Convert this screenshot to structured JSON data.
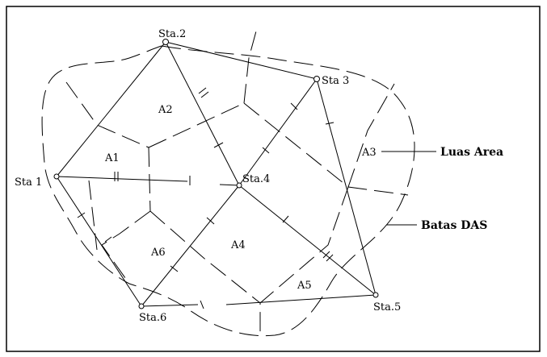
{
  "stations": {
    "sta1": "Sta 1",
    "sta2": "Sta.2",
    "sta3": "Sta 3",
    "sta4": "Sta.4",
    "sta5": "Sta.5",
    "sta6": "Sta.6"
  },
  "areas": {
    "a1": "A1",
    "a2": "A2",
    "a3": "A3",
    "a4": "A4",
    "a5": "A5",
    "a6": "A6"
  },
  "legend": {
    "luas_area": "Luas Area",
    "batas_das": "Batas DAS"
  }
}
